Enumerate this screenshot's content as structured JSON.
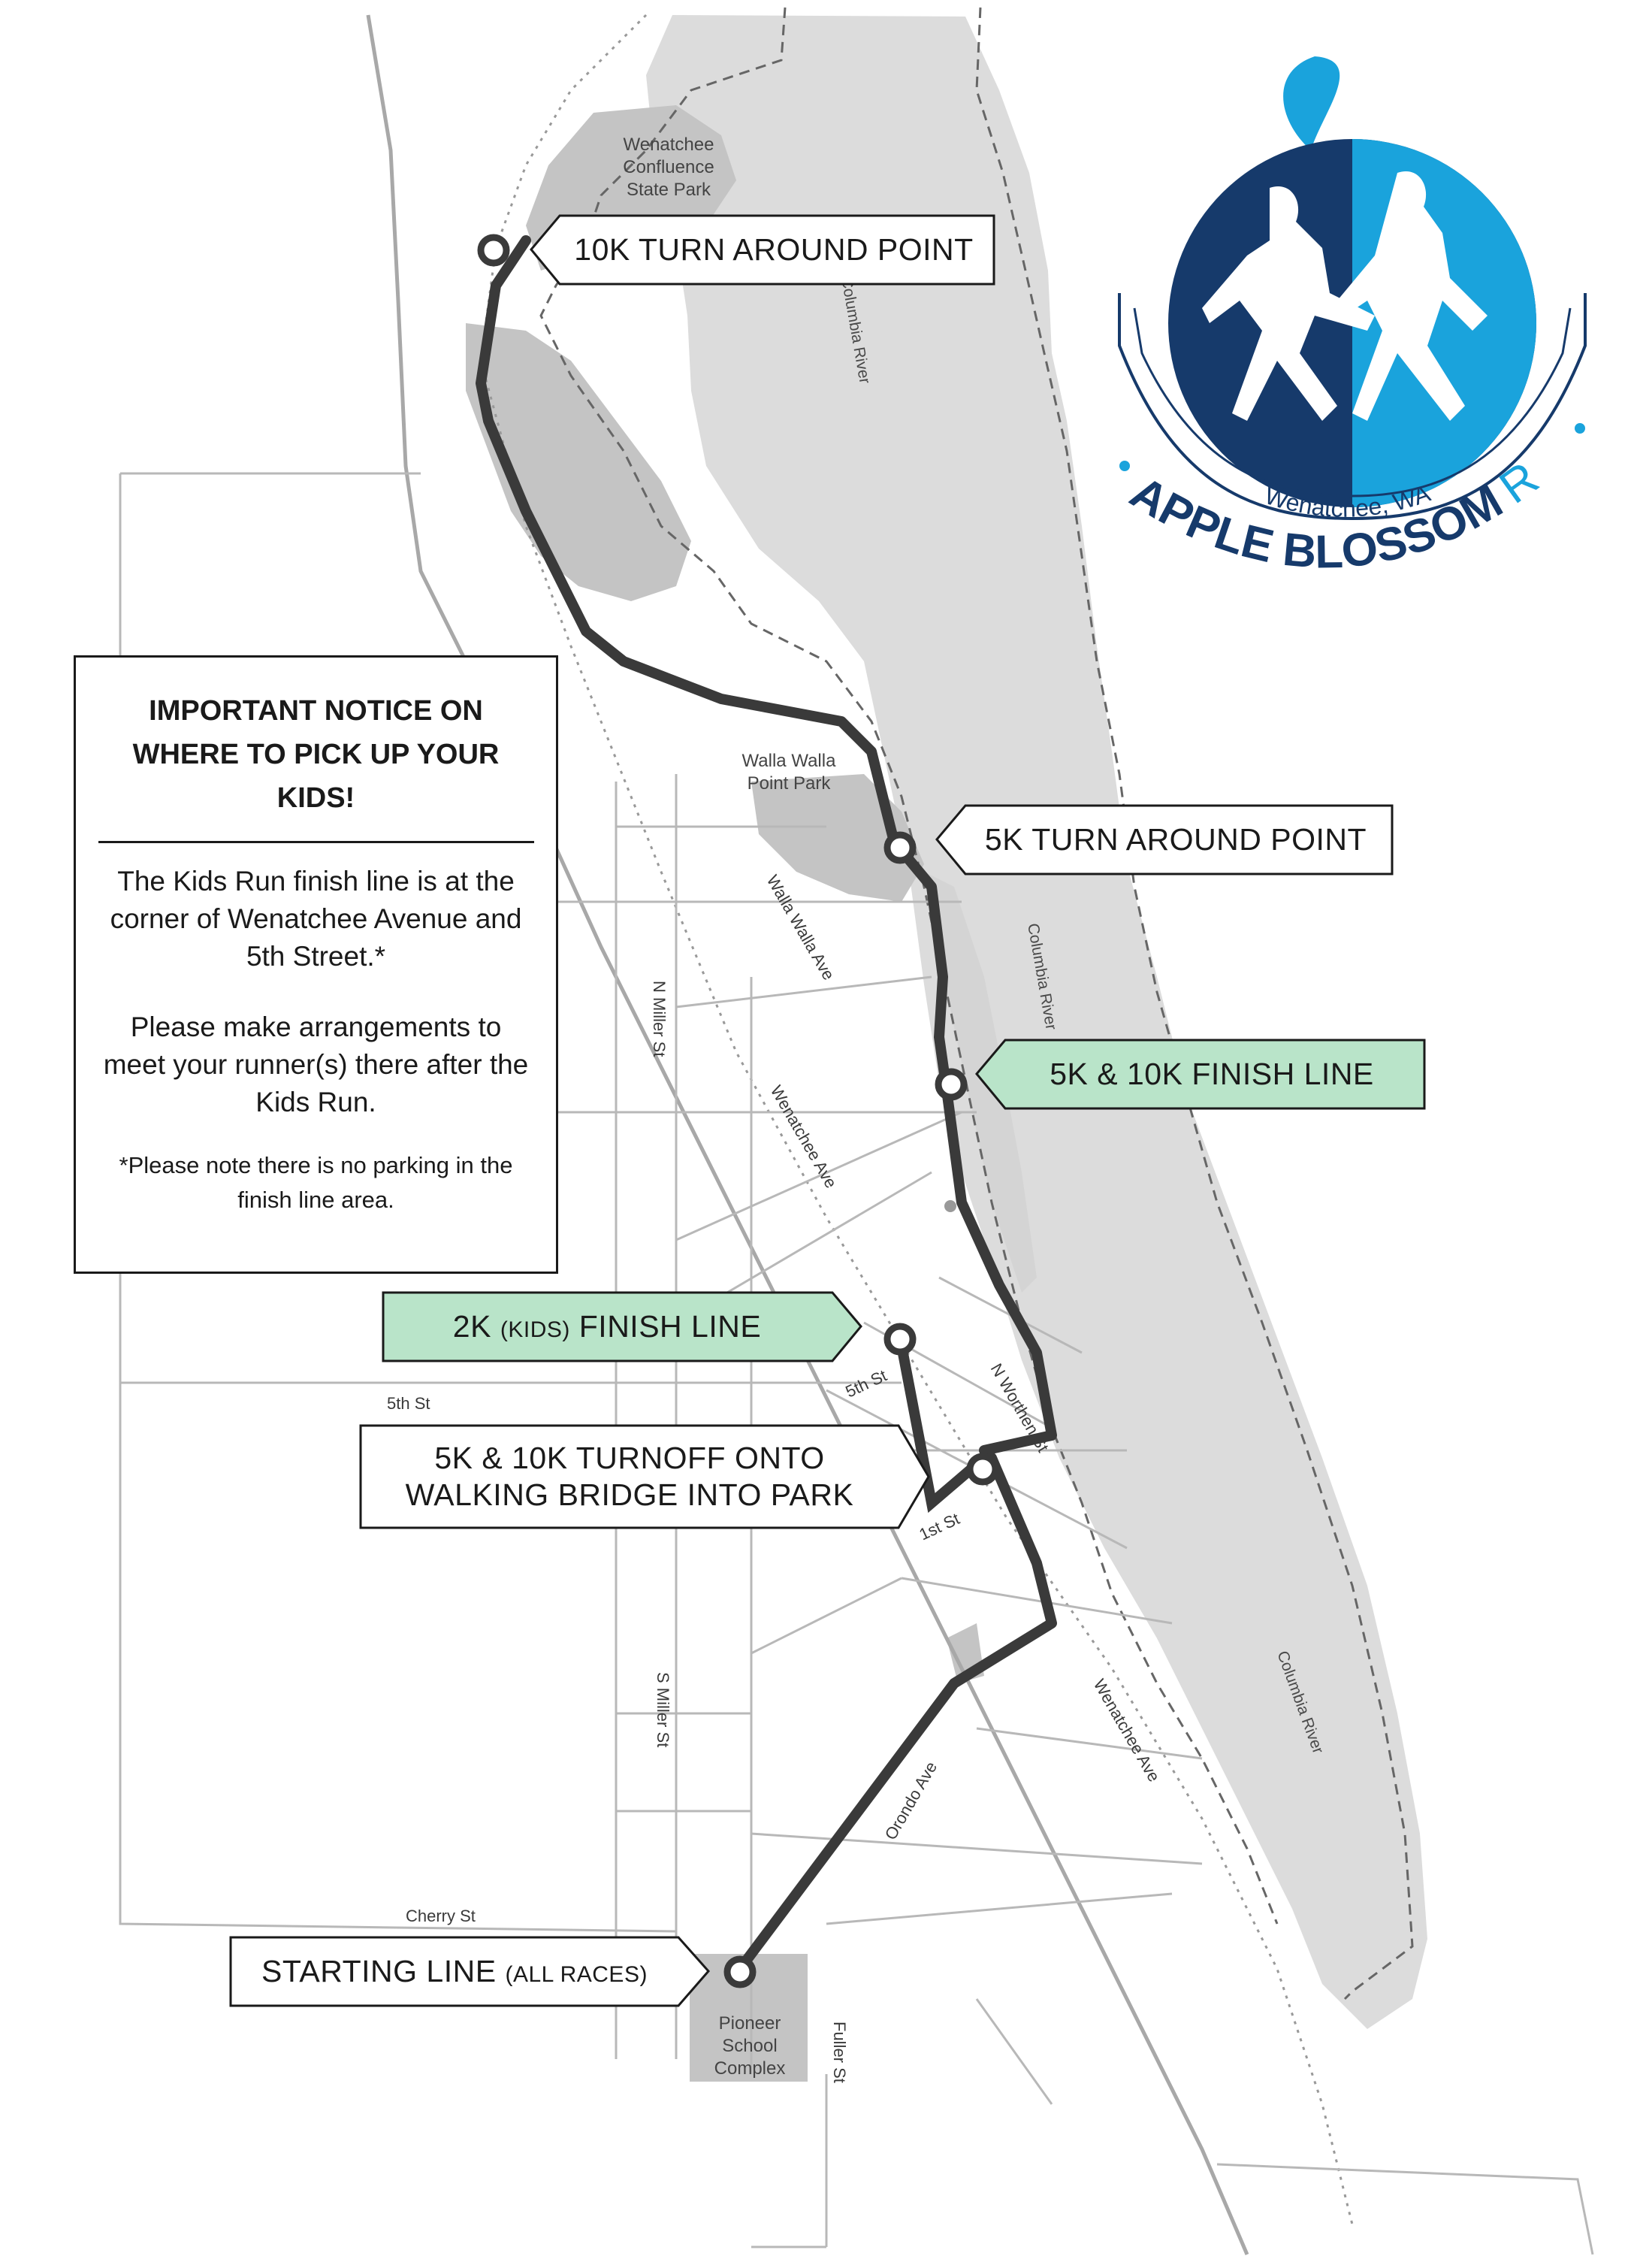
{
  "callouts": {
    "turn_10k": "10K TURN AROUND POINT",
    "turn_5k": "5K TURN AROUND POINT",
    "finish_5k_10k": "5K & 10K FINISH LINE",
    "finish_2k_main": "2K",
    "finish_2k_kids": "(KIDS)",
    "finish_2k_rest": "FINISH LINE",
    "turnoff_line1": "5K & 10K TURNOFF ONTO",
    "turnoff_line2": "WALKING BRIDGE INTO PARK",
    "start_main": "STARTING LINE",
    "start_sub": "(ALL RACES)"
  },
  "notice": {
    "title": "IMPORTANT NOTICE ON WHERE TO PICK UP YOUR KIDS!",
    "para1": "The Kids Run finish line is at the corner of Wenatchee Avenue and 5th Street.*",
    "para2": "Please make arrangements to meet your runner(s) there after the Kids Run.",
    "note": "*Please note there is no parking in the finish line area."
  },
  "places": {
    "confluence_1": "Wenatchee",
    "confluence_2": "Confluence",
    "confluence_3": "State Park",
    "walla_walla_1": "Walla Walla",
    "walla_walla_2": "Point Park",
    "pioneer_1": "Pioneer",
    "pioneer_2": "School",
    "pioneer_3": "Complex"
  },
  "rivers": {
    "r1": "Columbia River",
    "r2": "Columbia River",
    "r3": "Columbia River"
  },
  "streets": {
    "n_miller": "N Miller St",
    "s_miller": "S Miller St",
    "walla_walla_ave": "Walla Walla Ave",
    "wenatchee_ave_1": "Wenatchee Ave",
    "wenatchee_ave_2": "Wenatchee Ave",
    "fifth_left": "5th St",
    "fifth_diag": "5th St",
    "n_worthen": "N Worthen St",
    "first_st": "1st St",
    "orondo_ave": "Orondo Ave",
    "cherry_st": "Cherry St",
    "fuller_st": "Fuller St"
  },
  "logo": {
    "location": "Wenatchee, WA",
    "name_main": "APPLE BLOSSOM",
    "name_run": "RUN"
  },
  "colors": {
    "route": "#3a3a3a",
    "water": "#d9d9d9",
    "park": "#c8c8c8",
    "street": "#b5b5b5",
    "finish_fill": "#b9e4c9",
    "logo_navy": "#163a6b",
    "logo_sky": "#1aa3dc"
  }
}
